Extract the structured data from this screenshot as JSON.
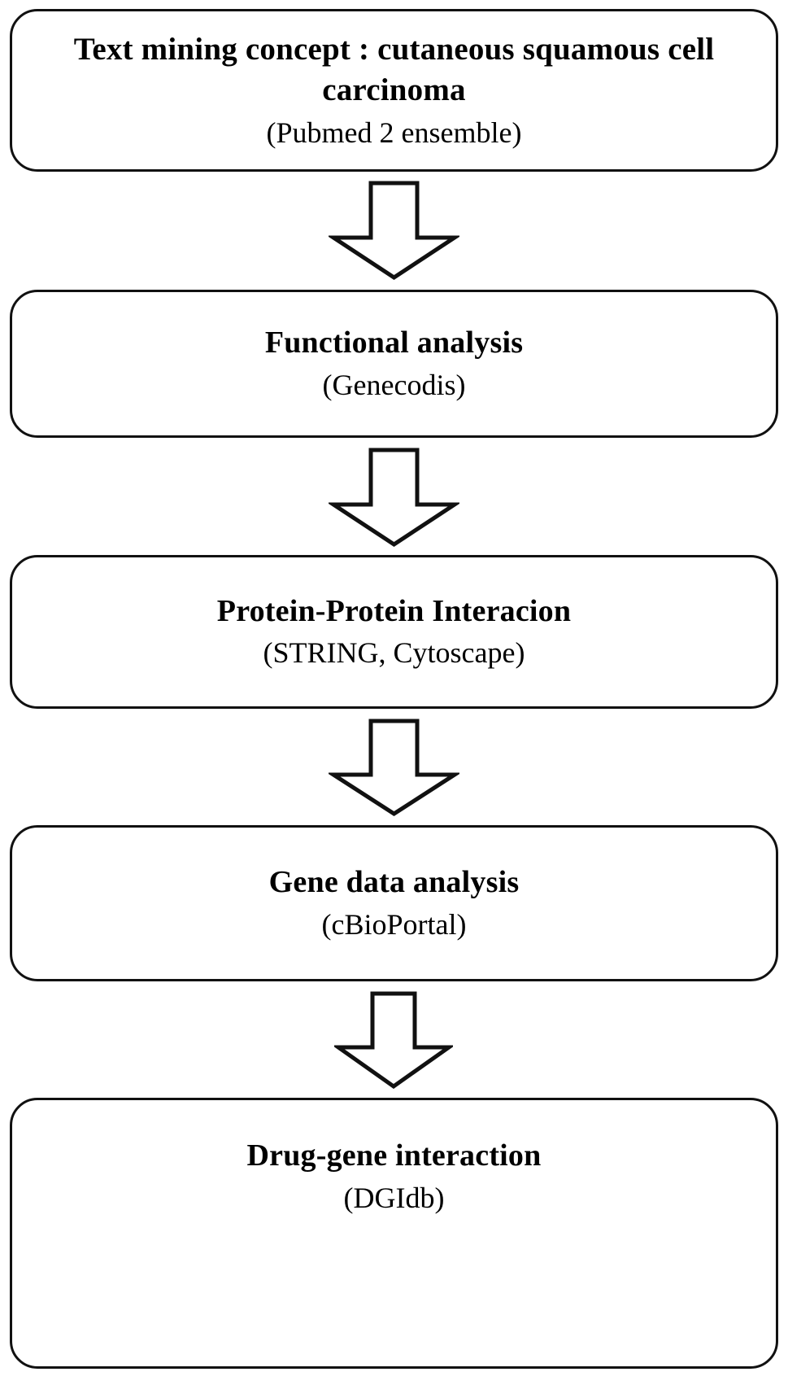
{
  "diagram": {
    "type": "flowchart",
    "orientation": "vertical-top-to-bottom",
    "background_color": "#ffffff",
    "line_color": "#111111",
    "text_color": "#000000",
    "nodes": [
      {
        "id": "text-mining-concept",
        "title": "Text mining concept : cutaneous squamous cell carcinoma",
        "subtitle": "(Pubmed 2 ensemble)",
        "shape": "rounded-rectangle"
      },
      {
        "id": "functional-analysis",
        "title": "Functional analysis",
        "subtitle": "(Genecodis)",
        "shape": "rounded-rectangle"
      },
      {
        "id": "protein-protein-interacion",
        "title": "Protein-Protein Interacion",
        "subtitle": "(STRING, Cytoscape)",
        "shape": "rounded-rectangle"
      },
      {
        "id": "gene-data-analysis",
        "title": "Gene data analysis",
        "subtitle": "(cBioPortal)",
        "shape": "rounded-rectangle"
      },
      {
        "id": "drug-gene-interaction",
        "title": "Drug-gene interaction",
        "subtitle": "(DGIdb)",
        "shape": "rounded-rectangle"
      }
    ],
    "connectors": [
      {
        "id": "connector-1",
        "icon": "down-block-arrow-icon",
        "from": "text-mining-concept",
        "to": "functional-analysis"
      },
      {
        "id": "connector-2",
        "icon": "down-block-arrow-icon",
        "from": "functional-analysis",
        "to": "protein-protein-interacion"
      },
      {
        "id": "connector-3",
        "icon": "down-block-arrow-icon",
        "from": "protein-protein-interacion",
        "to": "gene-data-analysis"
      },
      {
        "id": "connector-4",
        "icon": "down-block-arrow-icon",
        "from": "gene-data-analysis",
        "to": "drug-gene-interaction"
      }
    ]
  }
}
